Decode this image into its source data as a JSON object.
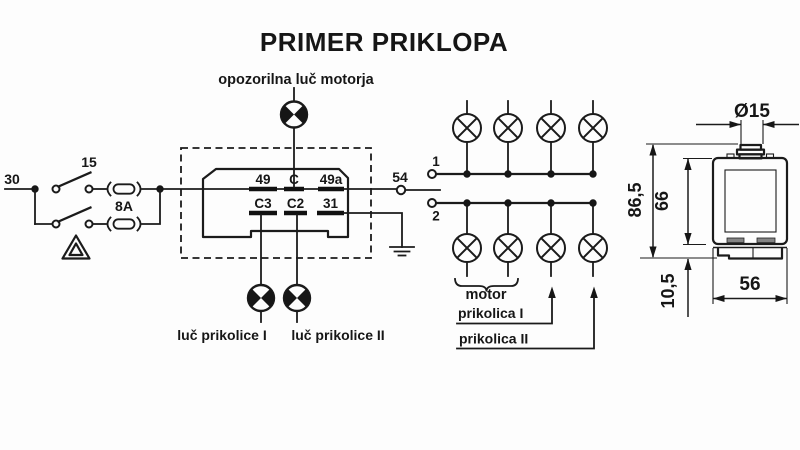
{
  "title": "PRIMER PRIKLOPA",
  "colors": {
    "ink": "#1b1b1b",
    "paper": "#fdfdfd"
  },
  "supply": {
    "terminal_30": "30",
    "ignition_terminal_15": "15",
    "fuse_rating": "8A"
  },
  "relay": {
    "terminal_49": "49",
    "terminal_c": "C",
    "terminal_49a": "49a",
    "terminal_c3": "C3",
    "terminal_c2": "C2",
    "terminal_31": "31",
    "output_54": "54"
  },
  "indicators": {
    "engine_warning_lamp": "opozorilna luč motorja",
    "trailer_lamp_1": "luč prikolice I",
    "trailer_lamp_2": "luč prikolice II"
  },
  "circuits": {
    "left_circuit": "1",
    "right_circuit": "2",
    "vehicle_group": "motor",
    "trailer_1": "prikolica I",
    "trailer_2": "prikolica II"
  },
  "dimensions": {
    "cap_diameter": "Ø15",
    "overall_height": "86,5",
    "body_height": "66",
    "base_height": "10,5",
    "body_width": "56"
  }
}
